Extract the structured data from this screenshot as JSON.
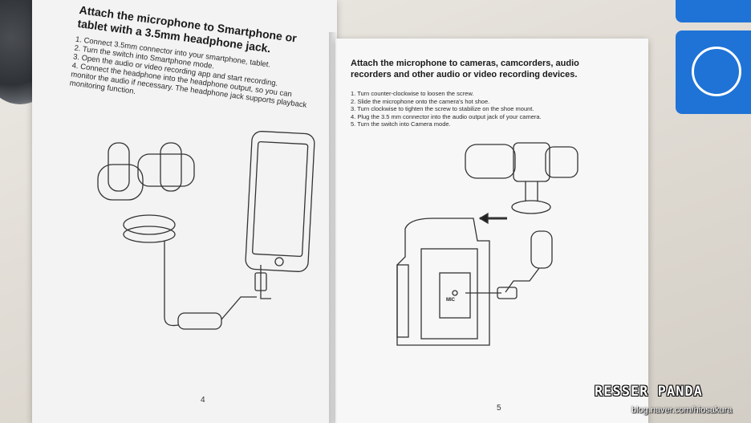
{
  "left_page": {
    "title": "Attach the microphone to Smartphone or tablet with a 3.5mm headphone jack.",
    "steps": [
      "1. Connect 3.5mm connector into your smartphone, tablet.",
      "2. Turn the switch into Smartphone mode.",
      "3. Open the audio or video recording app and start recording.",
      "4. Connect the headphone into the headphone output, so you can monitor the audio if necessary. The headphone jack supports playback monitoring function."
    ],
    "page_number": "4"
  },
  "right_page": {
    "title": "Attach the microphone to cameras, camcorders, audio recorders and other audio or video recording devices.",
    "steps": [
      "1. Turn counter-clockwise to loosen the screw.",
      "2. Slide the microphone onto the camera's hot shoe.",
      "3. Turn clockwise to tighten the screw to stabilize on the shoe mount.",
      "4. Plug the 3.5 mm connector into the audio output jack of your camera.",
      "5. Turn the switch into Camera mode."
    ],
    "camera_label": "MIC",
    "page_number": "5"
  },
  "watermark": {
    "brand": "RESSER PANDA",
    "url": "blog.naver.com/hiosakura"
  },
  "colors": {
    "card_blue": "#1f73d6",
    "paper": "#f3f3f3",
    "ink": "#1a1a1a"
  }
}
